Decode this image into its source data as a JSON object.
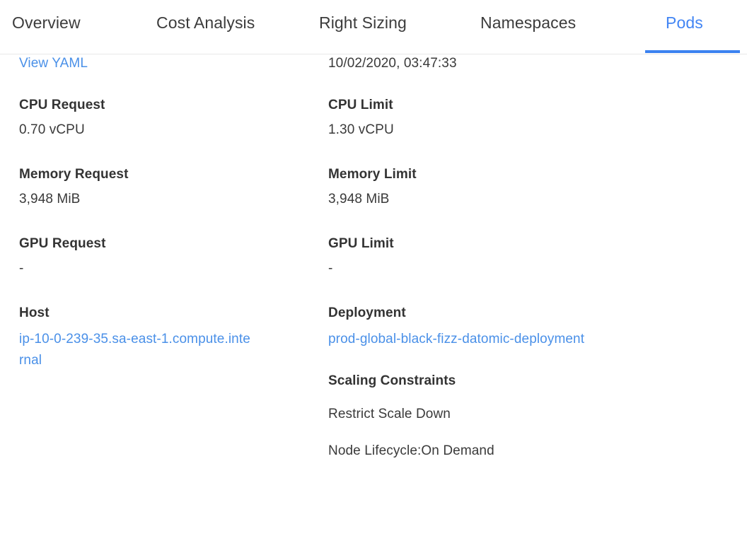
{
  "tabs": [
    {
      "label": "Overview",
      "active": false
    },
    {
      "label": "Cost Analysis",
      "active": false
    },
    {
      "label": "Right Sizing",
      "active": false
    },
    {
      "label": "Namespaces",
      "active": false
    },
    {
      "label": "Pods",
      "active": true
    }
  ],
  "accent_color": "#4285f4",
  "link_color": "#4a90e8",
  "left_column": {
    "view_yaml_label": "View YAML",
    "cpu_request": {
      "label": "CPU Request",
      "value": "0.70 vCPU"
    },
    "memory_request": {
      "label": "Memory Request",
      "value": "3,948 MiB"
    },
    "gpu_request": {
      "label": "GPU Request",
      "value": "-"
    },
    "host": {
      "label": "Host",
      "value": "ip-10-0-239-35.sa-east-1.compute.internal"
    }
  },
  "right_column": {
    "timestamp": "10/02/2020, 03:47:33",
    "cpu_limit": {
      "label": "CPU Limit",
      "value": "1.30 vCPU"
    },
    "memory_limit": {
      "label": "Memory Limit",
      "value": "3,948 MiB"
    },
    "gpu_limit": {
      "label": "GPU Limit",
      "value": "-"
    },
    "deployment": {
      "label": "Deployment",
      "value": "prod-global-black-fizz-datomic-deployment"
    },
    "scaling_constraints": {
      "label": "Scaling Constraints",
      "items": [
        "Restrict Scale Down",
        "Node Lifecycle:On Demand"
      ]
    }
  }
}
